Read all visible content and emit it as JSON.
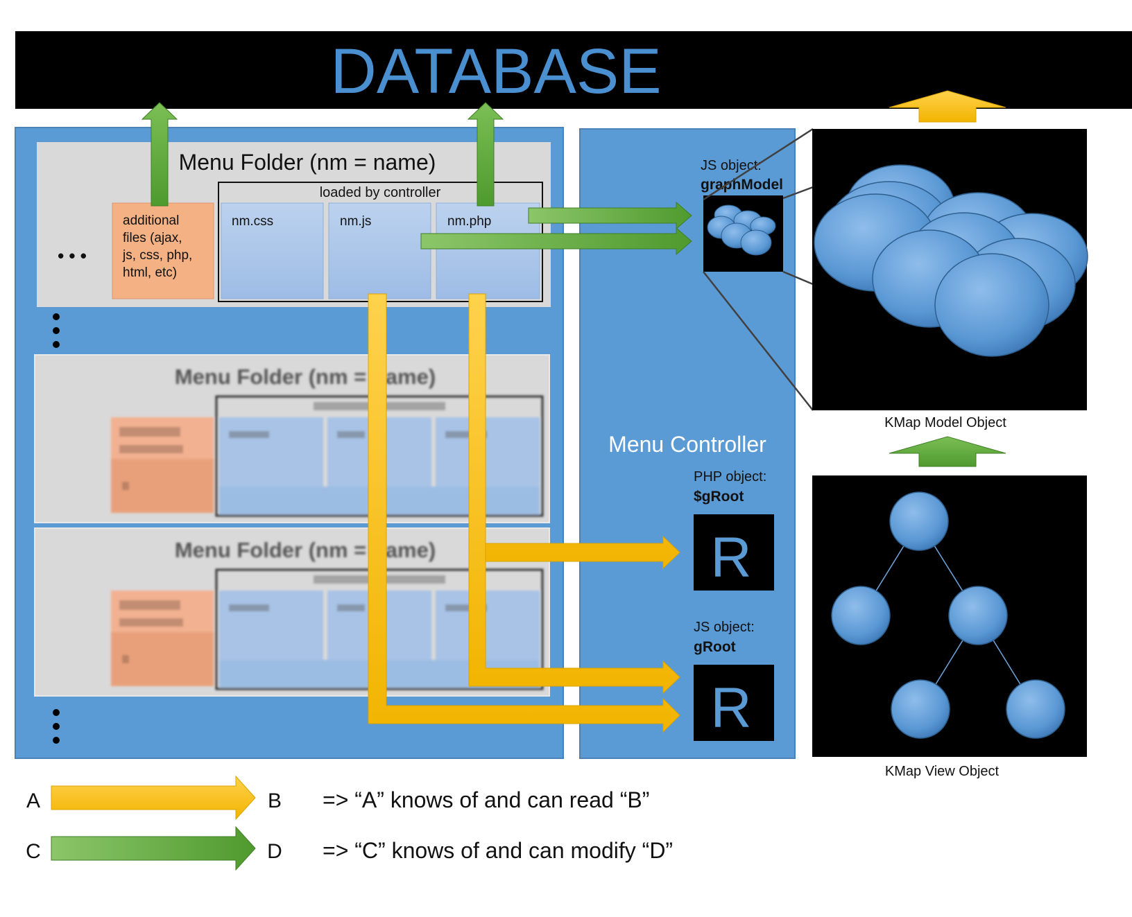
{
  "header": {
    "title": "DATABASE"
  },
  "menu_folder": {
    "title": "Menu Folder (nm = name)",
    "loaded_by_label": "loaded by controller",
    "additional_files": [
      "additional",
      "files (ajax,",
      "js, css, php,",
      "html, etc)"
    ],
    "files": [
      "nm.css",
      "nm.js",
      "nm.php"
    ],
    "side_ellipsis": "• • •"
  },
  "faded_folders": [
    {
      "title": "Menu Folder (nm = name)"
    },
    {
      "title": "Menu Folder (nm = name)"
    }
  ],
  "controller": {
    "title": "Menu Controller",
    "graph_model_caption": "JS object:",
    "graph_model_name": "graphModel",
    "php_caption": "PHP object:",
    "php_name": "$gRoot",
    "js_caption": "JS object:",
    "js_name": "gRoot",
    "root_glyph": "R"
  },
  "kmap": {
    "model_label": "KMap Model Object",
    "view_label": "KMap View Object"
  },
  "legend": [
    {
      "from": "A",
      "to": "B",
      "text": "=> “A” knows of and can read “B”",
      "color": "#FFC000"
    },
    {
      "from": "C",
      "to": "D",
      "text": "=> “C” knows of and can modify “D”",
      "color": "#5FA33A"
    }
  ],
  "colors": {
    "panel_blue": "#5B9BD5",
    "header_text": "#4A8FD0",
    "read_arrow": "#FFC000",
    "modify_arrow": "#5FA33A",
    "node_blue": "#5B9BD5",
    "additional_files_bg": "#F4B183",
    "file_card_bg": "#A9C4E8"
  }
}
